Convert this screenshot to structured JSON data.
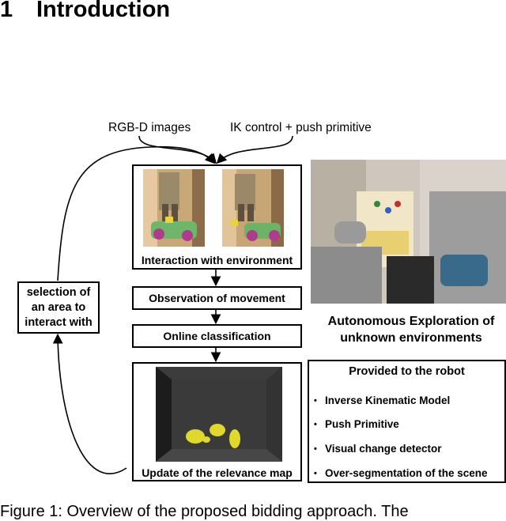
{
  "section": {
    "number": "1",
    "title": "Introduction"
  },
  "inputs": {
    "rgbd": "RGB-D images",
    "ik": "IK control + push primitive"
  },
  "boxes": {
    "interaction": "Interaction with environment",
    "observation": "Observation of movement",
    "classification": "Online classification",
    "relevance": "Update of the relevance map",
    "selection": "selection of an area to interact with"
  },
  "robot_caption": "Autonomous Exploration of unknown environments",
  "provided": {
    "title": "Provided to the robot",
    "items": [
      "Inverse Kinematic Model",
      "Push Primitive",
      "Visual change detector",
      "Over-segmentation of the scene"
    ]
  },
  "caption_fragment": "Figure 1: Overview of the proposed bidding approach. The"
}
